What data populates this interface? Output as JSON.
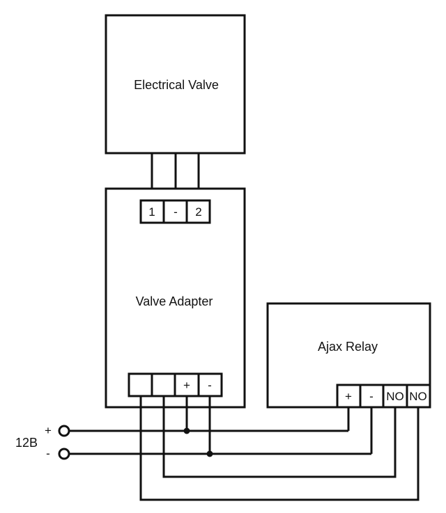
{
  "diagram": {
    "blocks": {
      "electrical_valve": {
        "label": "Electrical Valve"
      },
      "valve_adapter": {
        "label": "Valve Adapter"
      },
      "ajax_relay": {
        "label": "Ajax Relay"
      }
    },
    "valve_adapter_top_terminals": [
      "1",
      "-",
      "2"
    ],
    "valve_adapter_bottom_terminals": [
      "",
      "",
      "+",
      "-"
    ],
    "ajax_relay_terminals": [
      "+",
      "-",
      "NO",
      "NO"
    ],
    "power_supply": {
      "label": "12B",
      "positive": "+",
      "negative": "-"
    },
    "connections": [
      {
        "from": "Electrical Valve wire 1",
        "to": "Valve Adapter terminal 1"
      },
      {
        "from": "Electrical Valve wire 2",
        "to": "Valve Adapter terminal -"
      },
      {
        "from": "Electrical Valve wire 3",
        "to": "Valve Adapter terminal 2"
      },
      {
        "from": "12B +",
        "to": "Valve Adapter +",
        "junction": true
      },
      {
        "from": "12B +",
        "to": "Ajax Relay +"
      },
      {
        "from": "12B -",
        "to": "Valve Adapter -",
        "junction": true
      },
      {
        "from": "12B -",
        "to": "Ajax Relay -"
      },
      {
        "from": "Valve Adapter terminal 2 (bottom)",
        "to": "Ajax Relay NO (first)"
      },
      {
        "from": "Valve Adapter terminal 1 (bottom)",
        "to": "Ajax Relay NO (second)"
      }
    ]
  }
}
